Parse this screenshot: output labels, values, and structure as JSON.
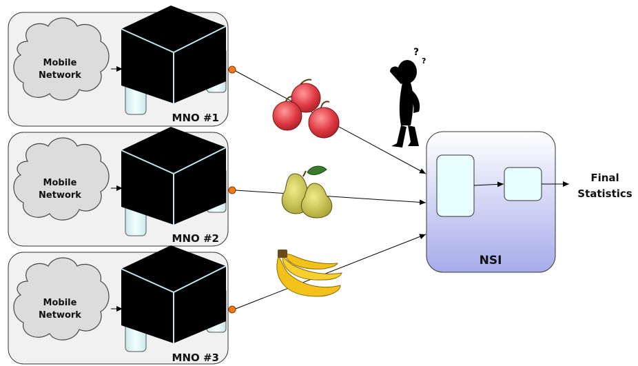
{
  "mno_panels": [
    {
      "cloud_label_line1": "Mobile",
      "cloud_label_line2": "Network",
      "panel_label": "MNO #1"
    },
    {
      "cloud_label_line1": "Mobile",
      "cloud_label_line2": "Network",
      "panel_label": "MNO #2"
    },
    {
      "cloud_label_line1": "Mobile",
      "cloud_label_line2": "Network",
      "panel_label": "MNO #3"
    }
  ],
  "nsi": {
    "label": "NSI"
  },
  "output": {
    "label_line1": "Final",
    "label_line2": "Statistics"
  },
  "fruits": [
    "apples",
    "pears",
    "bananas"
  ],
  "colors": {
    "panel_fill": "#f1f1f1",
    "cloud_fill": "#dcdcdc",
    "cube_fill": "#000000",
    "cylinder_fill": "#d8f0f0",
    "dot_fill": "#f07a1a",
    "nsi_fill_top": "#ffffff",
    "nsi_fill_bottom": "#aab0e8",
    "nsi_inner_fill": "#e8ffff",
    "apple_red": "#e0404a",
    "pear_green": "#c8c040",
    "banana_yellow": "#f2c21a"
  }
}
